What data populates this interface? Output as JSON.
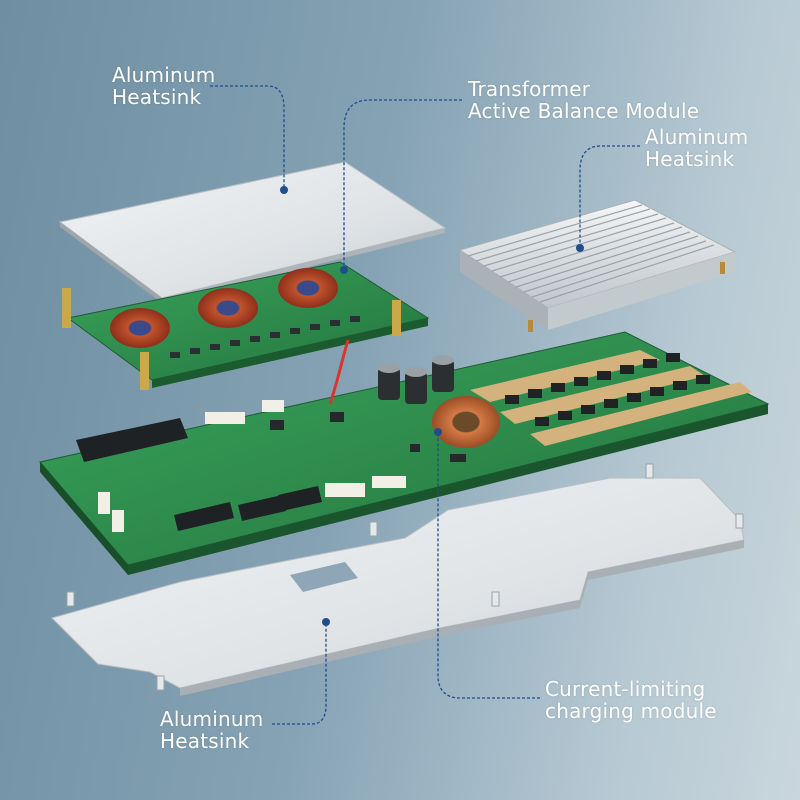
{
  "callouts": {
    "top_heatsink": {
      "line1": "Aluminum",
      "line2": "Heatsink"
    },
    "transformer": {
      "line1": "Transformer",
      "line2": "Active Balance Module"
    },
    "finned_heatsink": {
      "line1": "Aluminum",
      "line2": "Heatsink"
    },
    "current_limiting": {
      "line1": "Current-limiting",
      "line2": "charging module"
    },
    "bottom_heatsink": {
      "line1": "Aluminum",
      "line2": "Heatsink"
    }
  },
  "colors": {
    "leader_line": "#1f4e8c",
    "label_text": "#ffffff",
    "pcb_green": "#2f8f4e",
    "aluminum": "#dde1e4",
    "copper_coil": "#c0542d",
    "background_left": "#6f8ea2",
    "background_right": "#c9d6dd"
  },
  "icons": [
    "leader-dot-icon"
  ]
}
